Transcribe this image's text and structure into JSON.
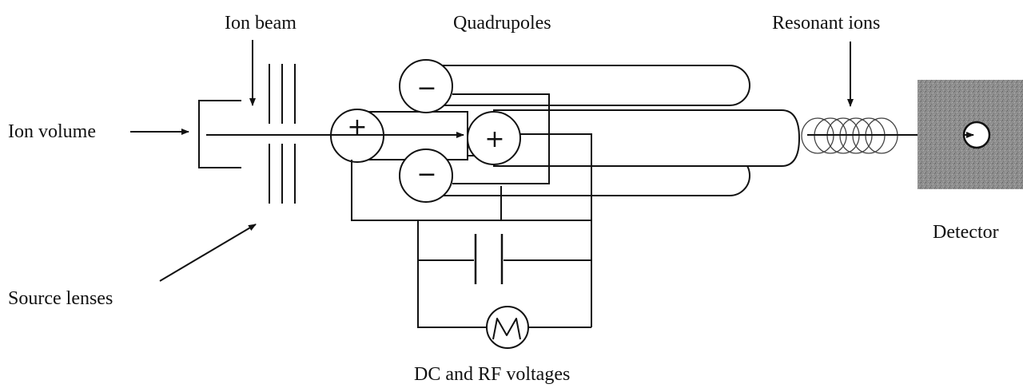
{
  "labels": {
    "ion_beam": "Ion beam",
    "quadrupoles": "Quadrupoles",
    "resonant_ions": "Resonant ions",
    "ion_volume": "Ion volume",
    "source_lenses": "Source lenses",
    "detector": "Detector",
    "voltages": "DC and RF voltages"
  },
  "rods": {
    "top_sign": "−",
    "bottom_sign": "−",
    "left_sign": "+",
    "right_sign": "+"
  },
  "colors": {
    "line": "#111111",
    "detector_fill": "#8a8a8a",
    "background": "#ffffff"
  },
  "icons": {
    "rf_source": "rf-source-icon",
    "dc_source": "battery-icon",
    "detector_target": "detector-target-icon"
  }
}
